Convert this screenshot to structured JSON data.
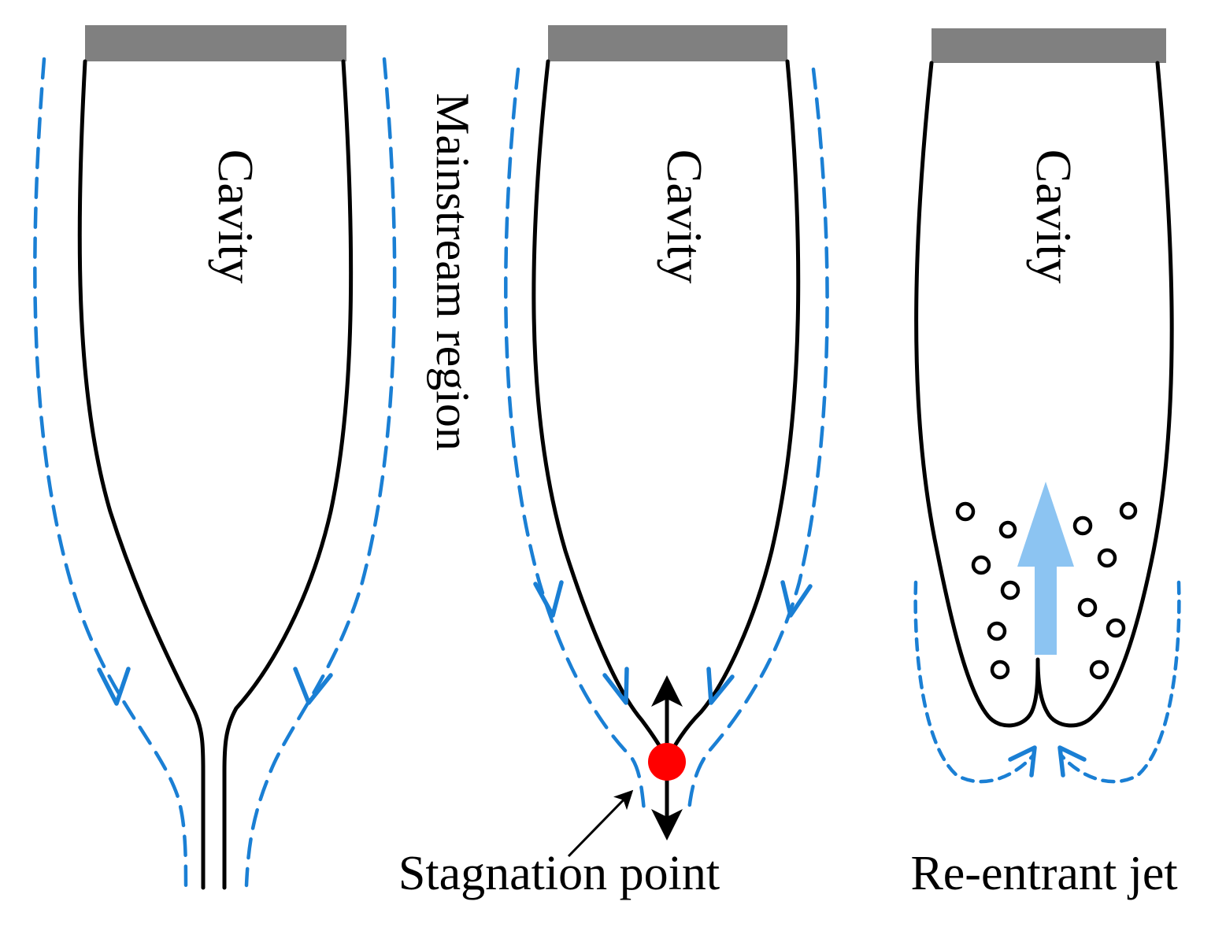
{
  "panels": [
    {
      "cavity_label": "Cavity"
    },
    {
      "cavity_label": "Cavity",
      "side_label": "Mainstream region",
      "bottom_label": "Stagnation point"
    },
    {
      "cavity_label": "Cavity",
      "bottom_label": "Re-entrant jet"
    }
  ],
  "colors": {
    "strut": "#808080",
    "outline": "#000000",
    "flow_line": "#1a7fd4",
    "stagnation_point": "#ff0000",
    "jet_arrow": "#8cc4f2"
  }
}
